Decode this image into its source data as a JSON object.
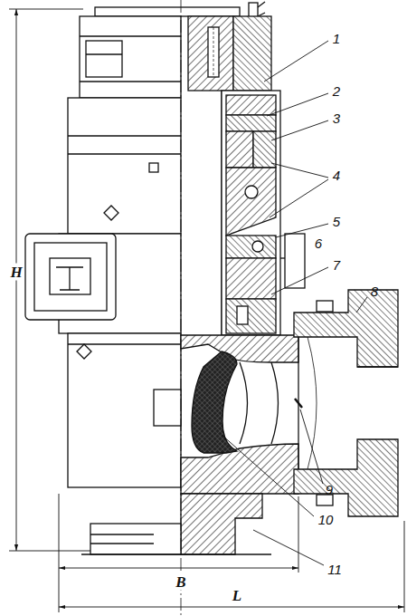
{
  "diagram": {
    "labels": [
      "1",
      "2",
      "3",
      "4",
      "5",
      "6",
      "7",
      "8",
      "9",
      "10",
      "11",
      "H",
      "B",
      "L"
    ]
  }
}
